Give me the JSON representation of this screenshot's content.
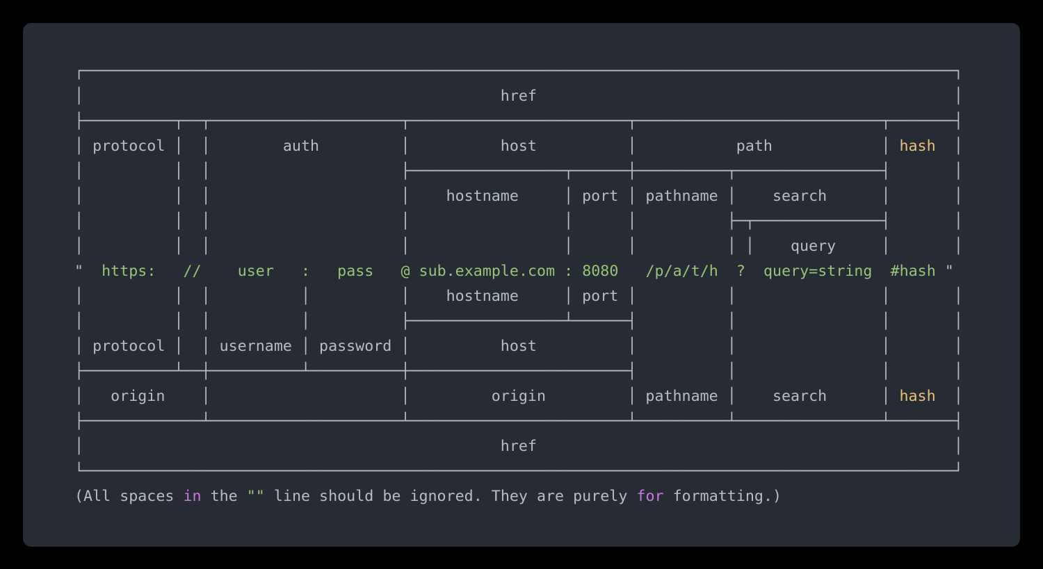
{
  "palette": {
    "background": "#000000",
    "panel_background": "#272c34",
    "foreground": "#b6bdc7",
    "string_green": "#98c379",
    "hash_yellow": "#e5c07b",
    "keyword_purple": "#c678dd"
  },
  "diagram": {
    "rows": [
      {
        "name": "box-top-border",
        "segments": [
          {
            "c": "fg",
            "t": "┌────────────────────────────────────────────────────────────────────────────────────────────────┐"
          }
        ]
      },
      {
        "name": "href-top-row",
        "segments": [
          {
            "c": "fg",
            "t": "│                                              href                                              │"
          }
        ]
      },
      {
        "name": "section-divider-top",
        "segments": [
          {
            "c": "fg",
            "t": "├──────────┬──┬─────────────────────┬────────────────────────┬───────────────────────────┬───────┤"
          }
        ]
      },
      {
        "name": "labels-row-top",
        "segments": [
          {
            "c": "fg",
            "t": "│ protocol │  │        auth         │          host          │           path            │ "
          },
          {
            "c": "yellow",
            "t": "hash"
          },
          {
            "c": "fg",
            "t": "  │"
          }
        ]
      },
      {
        "name": "host-path-subdivider",
        "segments": [
          {
            "c": "fg",
            "t": "│          │  │                     ├─────────────────┬──────┼──────────┬────────────────┤       │"
          }
        ]
      },
      {
        "name": "hostname-port-pathname-search-row",
        "segments": [
          {
            "c": "fg",
            "t": "│          │  │                     │    hostname     │ port │ pathname │    search      │       │"
          }
        ]
      },
      {
        "name": "query-subdivider",
        "segments": [
          {
            "c": "fg",
            "t": "│          │  │                     │                 │      │          ├─┬──────────────┤       │"
          }
        ]
      },
      {
        "name": "query-label-row",
        "segments": [
          {
            "c": "fg",
            "t": "│          │  │                     │                 │      │          │ │    query     │       │"
          }
        ]
      },
      {
        "name": "url-example-row",
        "segments": [
          {
            "c": "fg",
            "t": "\"  "
          },
          {
            "c": "green",
            "t": "https:"
          },
          {
            "c": "fg",
            "t": "   "
          },
          {
            "c": "green",
            "t": "//"
          },
          {
            "c": "fg",
            "t": "    "
          },
          {
            "c": "green",
            "t": "user"
          },
          {
            "c": "fg",
            "t": "   "
          },
          {
            "c": "green",
            "t": ":"
          },
          {
            "c": "fg",
            "t": "   "
          },
          {
            "c": "green",
            "t": "pass"
          },
          {
            "c": "fg",
            "t": "   "
          },
          {
            "c": "green",
            "t": "@ sub.example.com : 8080"
          },
          {
            "c": "fg",
            "t": "   "
          },
          {
            "c": "green",
            "t": "/p/a/t/h"
          },
          {
            "c": "fg",
            "t": "  "
          },
          {
            "c": "green",
            "t": "?"
          },
          {
            "c": "fg",
            "t": "  "
          },
          {
            "c": "green",
            "t": "query=string"
          },
          {
            "c": "fg",
            "t": "  "
          },
          {
            "c": "green",
            "t": "#hash"
          },
          {
            "c": "fg",
            "t": " \""
          }
        ]
      },
      {
        "name": "hostname-port-row-bottom",
        "segments": [
          {
            "c": "fg",
            "t": "│          │  │          │          │    hostname     │ port │          │                │       │"
          }
        ]
      },
      {
        "name": "host-merge-divider",
        "segments": [
          {
            "c": "fg",
            "t": "│          │  │          │          ├─────────────────┴──────┤          │                │       │"
          }
        ]
      },
      {
        "name": "labels-row-bottom",
        "segments": [
          {
            "c": "fg",
            "t": "│ protocol │  │ username │ password │          host          │          │                │       │"
          }
        ]
      },
      {
        "name": "origin-divider",
        "segments": [
          {
            "c": "fg",
            "t": "├──────────┴──┼──────────┴──────────┼────────────────────────┤          │                │       │"
          }
        ]
      },
      {
        "name": "origin-row",
        "segments": [
          {
            "c": "fg",
            "t": "│   origin    │                     │         origin         │ pathname │    search      │ "
          },
          {
            "c": "yellow",
            "t": "hash"
          },
          {
            "c": "fg",
            "t": "  │"
          }
        ]
      },
      {
        "name": "section-divider-bottom",
        "segments": [
          {
            "c": "fg",
            "t": "├─────────────┴─────────────────────┴────────────────────────┴──────────┴────────────────┴───────┤"
          }
        ]
      },
      {
        "name": "href-bottom-row",
        "segments": [
          {
            "c": "fg",
            "t": "│                                              href                                              │"
          }
        ]
      },
      {
        "name": "box-bottom-border",
        "segments": [
          {
            "c": "fg",
            "t": "└────────────────────────────────────────────────────────────────────────────────────────────────┘"
          }
        ]
      },
      {
        "name": "note-row",
        "segments": [
          {
            "c": "fg",
            "t": "(All spaces "
          },
          {
            "c": "purple",
            "t": "in"
          },
          {
            "c": "fg",
            "t": " the "
          },
          {
            "c": "green",
            "t": "\"\""
          },
          {
            "c": "fg",
            "t": " line should be ignored. They are purely "
          },
          {
            "c": "purple",
            "t": "for"
          },
          {
            "c": "fg",
            "t": " formatting.)"
          }
        ]
      }
    ]
  }
}
